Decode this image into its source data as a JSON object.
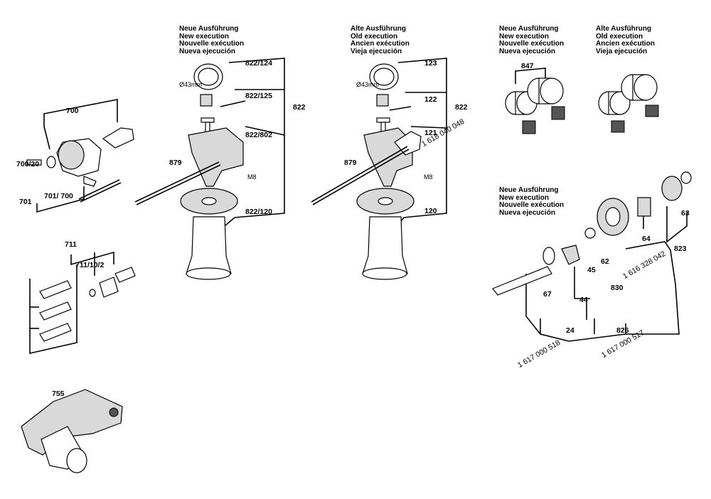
{
  "headers": {
    "new_execution_1": [
      "Neue Ausführung",
      "New execution",
      "Nouvelle exécution",
      "Nueva ejecución"
    ],
    "old_execution_1": [
      "Alte Ausführung",
      "Old execution",
      "Ancien exécution",
      "Vieja ejecución"
    ],
    "new_execution_2": [
      "Neue Ausführung",
      "New execution",
      "Nouvelle exécution",
      "Nueva ejecución"
    ],
    "old_execution_2": [
      "Alte Ausführung",
      "Old execution",
      "Ancien exécution",
      "Vieja ejecución"
    ],
    "new_execution_3": [
      "Neue Ausführung",
      "New execution",
      "Nouvelle exécution",
      "Nueva ejecución"
    ]
  },
  "labels": {
    "p700": "700",
    "p700_20": "700/20",
    "p701": "701",
    "p701_700": "701/ 700",
    "p711": "711",
    "p711_10_2": "711/10/2",
    "p755": "755",
    "p822_124": "822/124",
    "p822_125": "822/125",
    "p822_802": "822/802",
    "p822_120": "822/120",
    "p822_a": "822",
    "p879_a": "879",
    "m8_a": "M8",
    "d43_a": "Ø43mm",
    "p123": "123",
    "p122": "122",
    "p121": "121",
    "p120": "120",
    "p822_b": "822",
    "p879_b": "879",
    "m8_b": "M8",
    "d43_b": "Ø43mm",
    "pn_1618040048": "1 618 040 048",
    "p847": "847",
    "p63": "63",
    "p64": "64",
    "p62": "62",
    "p45": "45",
    "p67": "67",
    "p44": "44",
    "p24": "24",
    "p826": "826",
    "p823": "823",
    "p830": "830",
    "pn_1616328042": "1 616 328 042",
    "pn_1617000518": "1 617 000 518",
    "pn_1617000517": "1 617 000 517"
  }
}
